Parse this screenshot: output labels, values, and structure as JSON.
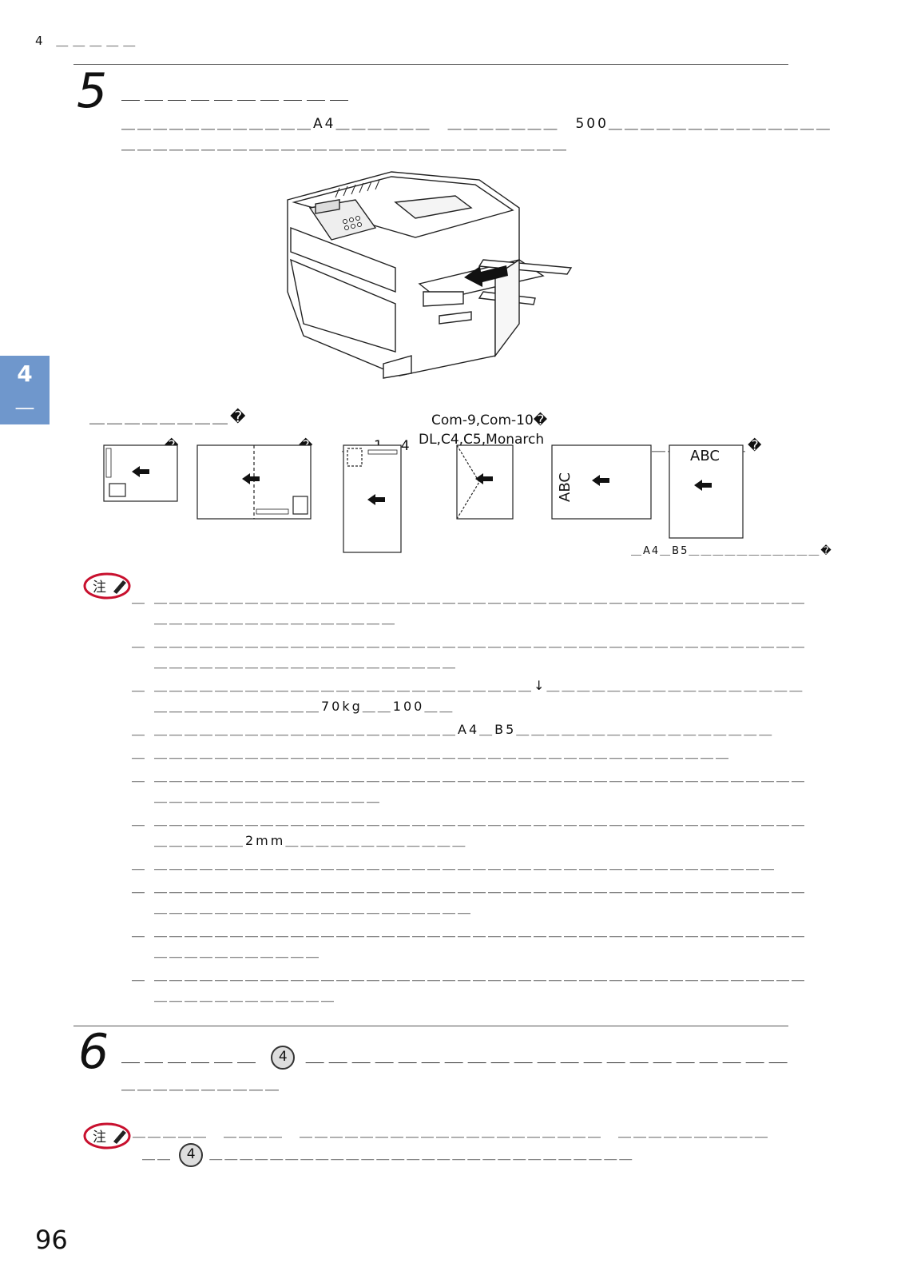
{
  "header": {
    "text": "4 ＿＿＿＿＿"
  },
  "step5": {
    "number": "5",
    "title": "＿＿＿＿＿＿＿＿＿＿",
    "line1": "＿＿＿＿＿＿＿＿＿＿＿＿A4＿＿＿＿＿＿　＿＿＿＿＿＿＿　500＿＿＿＿＿＿＿＿＿＿＿＿＿＿",
    "line2": "＿＿＿＿＿＿＿＿＿＿＿＿＿＿＿＿＿＿＿＿＿＿＿＿＿＿＿＿"
  },
  "side_tab": {
    "number": "4",
    "sub": "＿"
  },
  "media": {
    "heading": "＿＿＿＿＿＿＿＿�",
    "env_line1": "Com-9,Com-10�",
    "env_line2": "DL,C4,C5,Monarch",
    "label_a": "＿＿＿�",
    "label_b": "＿＿＿＿＿�",
    "label_c": "＿＿1＿4",
    "label_d": "＿＿＿＿＿＿＿＿＿＿＿�",
    "abc_1": "ABC",
    "abc_2": "ABC",
    "footnote": "＿A4＿B5＿＿＿＿＿＿＿＿＿＿＿�"
  },
  "notes": [
    {
      "mark": "＿",
      "text": "＿＿＿＿＿＿＿＿＿＿＿＿＿＿＿＿＿＿＿＿＿＿＿＿＿＿＿＿＿＿＿＿＿＿＿＿＿＿＿＿＿＿＿＿＿＿＿＿＿＿＿＿＿＿＿＿＿＿＿"
    },
    {
      "mark": "＿",
      "text": "＿＿＿＿＿＿＿＿＿＿＿＿＿＿＿＿＿＿＿＿＿＿＿＿＿＿＿＿＿＿＿＿＿＿＿＿＿＿＿＿＿＿＿＿＿＿＿＿＿＿＿＿＿＿＿＿＿＿＿＿＿＿＿"
    },
    {
      "mark": "＿",
      "text": "＿＿＿＿＿＿＿＿＿＿＿＿＿＿＿＿＿＿＿＿＿＿＿＿＿↓＿＿＿＿＿＿＿＿＿＿＿＿＿＿＿＿＿＿＿＿＿＿＿＿＿＿＿＿70kg＿＿100＿＿"
    },
    {
      "mark": "＿",
      "text": "＿＿＿＿＿＿＿＿＿＿＿＿＿＿＿＿＿＿＿＿A4＿B5＿＿＿＿＿＿＿＿＿＿＿＿＿＿＿＿＿"
    },
    {
      "mark": "＿",
      "text": "＿＿＿＿＿＿＿＿＿＿＿＿＿＿＿＿＿＿＿＿＿＿＿＿＿＿＿＿＿＿＿＿＿＿＿＿＿＿"
    },
    {
      "mark": "＿",
      "text": "＿＿＿＿＿＿＿＿＿＿＿＿＿＿＿＿＿＿＿＿＿＿＿＿＿＿＿＿＿＿＿＿＿＿＿＿＿＿＿＿＿＿＿＿＿＿＿＿＿＿＿＿＿＿＿＿＿＿"
    },
    {
      "mark": "＿",
      "text": "＿＿＿＿＿＿＿＿＿＿＿＿＿＿＿＿＿＿＿＿＿＿＿＿＿＿＿＿＿＿＿＿＿＿＿＿＿＿＿＿＿＿＿＿＿＿＿＿＿2mm＿＿＿＿＿＿＿＿＿＿＿＿"
    },
    {
      "mark": "＿",
      "text": "＿＿＿＿＿＿＿＿＿＿＿＿＿＿＿＿＿＿＿＿＿＿＿＿＿＿＿＿＿＿＿＿＿＿＿＿＿＿＿＿＿"
    },
    {
      "mark": "＿",
      "text": "＿＿＿＿＿＿＿＿＿＿＿＿＿＿＿＿＿＿＿＿＿＿＿＿＿＿＿＿＿＿＿＿＿＿＿＿＿＿＿＿＿＿＿＿＿＿＿＿＿＿＿＿＿＿＿＿＿＿＿＿＿＿＿＿"
    },
    {
      "mark": "＿",
      "text": "＿＿＿＿＿＿＿＿＿＿＿＿＿＿＿＿＿＿＿＿＿＿＿＿＿＿＿＿＿＿＿＿＿＿＿＿＿＿＿＿＿＿＿＿＿＿＿＿＿＿＿＿＿＿"
    },
    {
      "mark": "＿",
      "text": "＿＿＿＿＿＿＿＿＿＿＿＿＿＿＿＿＿＿＿＿＿＿＿＿＿＿＿＿＿＿＿＿＿＿＿＿＿＿＿＿＿＿＿＿＿＿＿＿＿＿＿＿＿＿＿"
    }
  ],
  "step6": {
    "number": "6",
    "title_pre": "＿＿＿＿＿＿",
    "circle": "4",
    "title_post": "＿＿＿＿＿＿＿＿＿＿＿＿＿＿＿＿＿＿＿＿＿",
    "sub": "＿＿＿＿＿＿＿＿＿＿"
  },
  "note2": {
    "line1": "＿＿＿＿＿　＿＿＿＿　＿＿＿＿＿＿＿＿＿＿＿＿＿＿＿＿＿＿＿＿　＿＿＿＿＿＿＿＿＿＿",
    "line2_pre": "＿＿",
    "circle": "4",
    "line2_post": "＿＿＿＿＿＿＿＿＿＿＿＿＿＿＿＿＿＿＿＿＿＿＿＿＿＿＿＿"
  },
  "caution_label": "注",
  "page_number": "96"
}
